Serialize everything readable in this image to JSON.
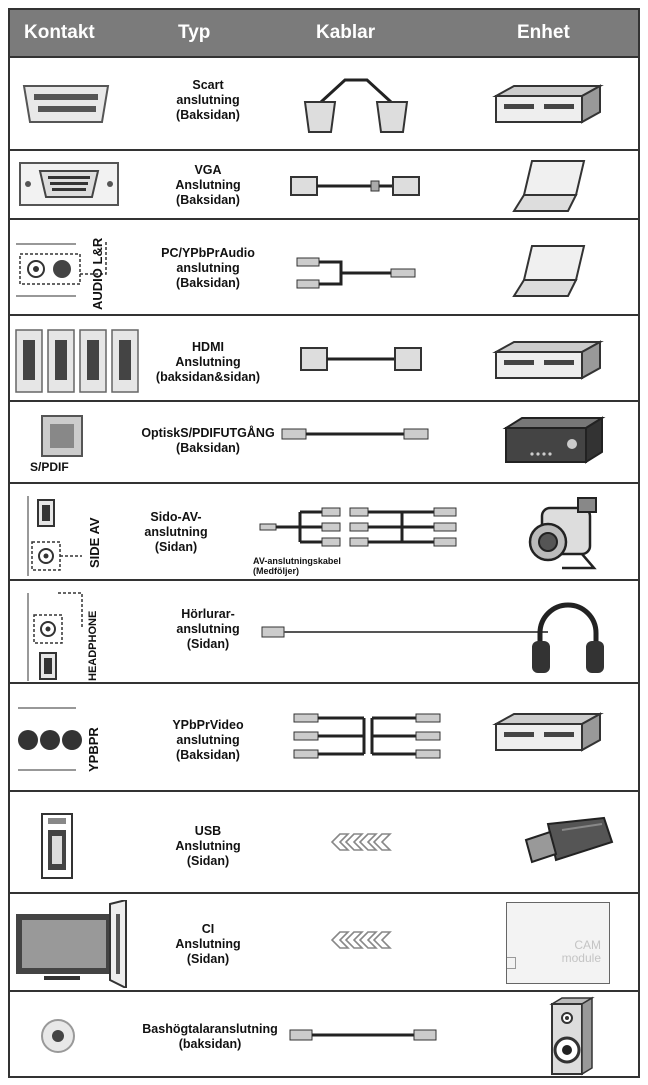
{
  "header": {
    "col_contact": "Kontakt",
    "col_type": "Typ",
    "col_cables": "Kablar",
    "col_device": "Enhet"
  },
  "rows": [
    {
      "type_lines": [
        "Scart",
        "anslutning",
        "(Baksidan)"
      ],
      "contact_icon": "scart-connector-icon",
      "cable_icon": "scart-cable-icon",
      "device_icon": "dvd-recorder-icon"
    },
    {
      "type_lines": [
        "VGA",
        "Anslutning",
        "(Baksidan)"
      ],
      "contact_icon": "vga-connector-icon",
      "cable_icon": "vga-cable-icon",
      "device_icon": "laptop-icon"
    },
    {
      "type_lines": [
        "PC/YPbPrAudio",
        "anslutning",
        "(Baksidan)"
      ],
      "contact_icon": "audio-lr-connector-icon",
      "contact_label": "AUDIO L&R",
      "cable_icon": "audio-y-cable-icon",
      "device_icon": "laptop-icon"
    },
    {
      "type_lines": [
        "HDMI",
        "Anslutning",
        "(baksidan&sidan)"
      ],
      "contact_icon": "hdmi-connector-icon",
      "cable_icon": "hdmi-cable-icon",
      "device_icon": "dvd-recorder-icon"
    },
    {
      "type_lines": [
        "OptiskS/PDIFUTGÅNG",
        "(Baksidan)"
      ],
      "contact_icon": "spdif-connector-icon",
      "contact_label": "S/PDIF",
      "cable_icon": "optical-cable-icon",
      "device_icon": "audio-receiver-icon"
    },
    {
      "type_lines": [
        "Sido-AV-",
        "anslutning",
        "(Sidan)"
      ],
      "contact_icon": "side-av-connector-icon",
      "contact_label": "SIDE AV",
      "cable_icon": "av-split-cable-icon",
      "cable_note": [
        "AV-anslutningskabel",
        "(Medföljer)"
      ],
      "device_icon": "camcorder-icon"
    },
    {
      "type_lines": [
        "Hörlurar-",
        "anslutning",
        "(Sidan)"
      ],
      "contact_icon": "headphone-jack-icon",
      "contact_label": "HEADPHONE",
      "cable_icon": "headphone-cable-icon",
      "device_icon": "headphones-icon"
    },
    {
      "type_lines": [
        "YPbPrVideo",
        "anslutning",
        "(Baksidan)"
      ],
      "contact_icon": "ypbpr-connector-icon",
      "contact_label": "YPBPR",
      "cable_icon": "component-cable-icon",
      "device_icon": "dvd-recorder-icon"
    },
    {
      "type_lines": [
        "USB",
        "Anslutning",
        "(Sidan)"
      ],
      "contact_icon": "usb-port-icon",
      "cable_icon": "insert-arrows-icon",
      "device_icon": "usb-stick-icon"
    },
    {
      "type_lines": [
        "CI",
        "Anslutning",
        "(Sidan)"
      ],
      "contact_icon": "ci-slot-tv-icon",
      "cable_icon": "insert-arrows-icon",
      "device_icon": "cam-module-icon",
      "device_text": [
        "CAM",
        "module"
      ]
    },
    {
      "type_lines": [
        "Bashögtalaranslutning",
        "(baksidan)"
      ],
      "contact_icon": "subwoofer-jack-icon",
      "cable_icon": "rca-cable-icon",
      "device_icon": "subwoofer-speaker-icon"
    }
  ]
}
